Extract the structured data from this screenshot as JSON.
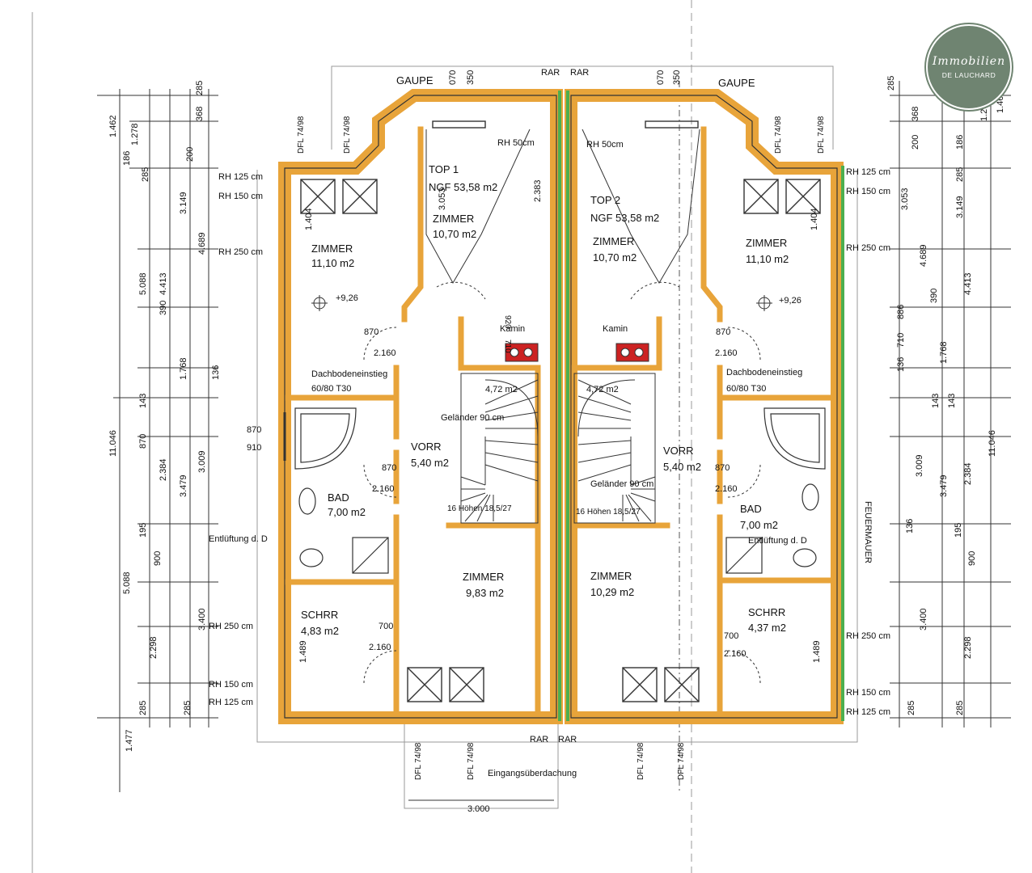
{
  "logo": {
    "main": "Immobilien",
    "sub": "DE LAUCHARD"
  },
  "labels": {
    "gaupe": "GAUPE",
    "rar": "RAR",
    "feuermauer": "FEUERMAUER",
    "eingang": "Eingangsüberdachung",
    "width_3000": "3.000",
    "dfl": "DFL 74/98"
  },
  "left": {
    "top": "TOP 1",
    "ngf": "NGF 53,58 m2",
    "zimmer_nw_name": "ZIMMER",
    "zimmer_nw_area": "11,10 m2",
    "zimmer_n_name": "ZIMMER",
    "zimmer_n_area": "10,70 m2",
    "kamin": "Kamin",
    "dach1": "Dachbodeneinstieg",
    "dach2": "60/80 T30",
    "stair_area": "4,72 m2",
    "gelaender": "Geländer 90 cm",
    "vorr_name": "VORR",
    "vorr_area": "5,40 m2",
    "steps": "16 Höhen 18,5/27",
    "bad_name": "BAD",
    "bad_area": "7,00 m2",
    "entl": "Entlüftung d. D",
    "zimmer_s_name": "ZIMMER",
    "zimmer_s_area": "9,83 m2",
    "schrr_name": "SCHRR",
    "schrr_area": "4,83 m2",
    "rh50": "RH 50cm",
    "level": "+9,26"
  },
  "right": {
    "top": "TOP 2",
    "ngf": "NGF 53,58 m2",
    "zimmer_ne_name": "ZIMMER",
    "zimmer_ne_area": "11,10 m2",
    "zimmer_n_name": "ZIMMER",
    "zimmer_n_area": "10,70 m2",
    "kamin": "Kamin",
    "dach1": "Dachbodeneinstieg",
    "dach2": "60/80 T30",
    "stair_area": "4,72 m2",
    "gelaender": "Geländer 90 cm",
    "vorr_name": "VORR",
    "vorr_area": "5,40 m2",
    "steps": "16 Höhen 18,5/27",
    "bad_name": "BAD",
    "bad_area": "7,00 m2",
    "entl": "Entlüftung d. D",
    "zimmer_s_name": "ZIMMER",
    "zimmer_s_area": "10,29 m2",
    "schrr_name": "SCHRR",
    "schrr_area": "4,37 m2",
    "rh50": "RH 50cm",
    "level": "+9,26"
  },
  "rh": {
    "r125": "RH 125 cm",
    "r150": "RH 150 cm",
    "r250": "RH 250 cm"
  },
  "doors": {
    "w870": "870",
    "h2160": "2.160",
    "w700": "700",
    "w910": "910",
    "w920": "920",
    "w710": "710"
  },
  "dims": {
    "d11046": "11.046",
    "d1462": "1.462",
    "d1278": "1.278",
    "d186": "186",
    "d285": "285",
    "d3149": "3.149",
    "d4689": "4.689",
    "d5088": "5.088",
    "d4413": "4.413",
    "d390": "390",
    "d1768": "1.768",
    "d136": "136",
    "d143": "143",
    "d870": "870",
    "d2384": "2.384",
    "d3479": "3.479",
    "d3009": "3.009",
    "d195": "195",
    "d900": "900",
    "d3400": "3.400",
    "d2298": "2.298",
    "d1477": "1.477",
    "d1489": "1.489",
    "d200": "200",
    "d368": "368",
    "d070": "070",
    "d350": "350",
    "d3053": "3.053",
    "d2383": "2.383",
    "d1404": "1.404",
    "d886": "886",
    "d710": "710",
    "d3053b": "3.053"
  }
}
